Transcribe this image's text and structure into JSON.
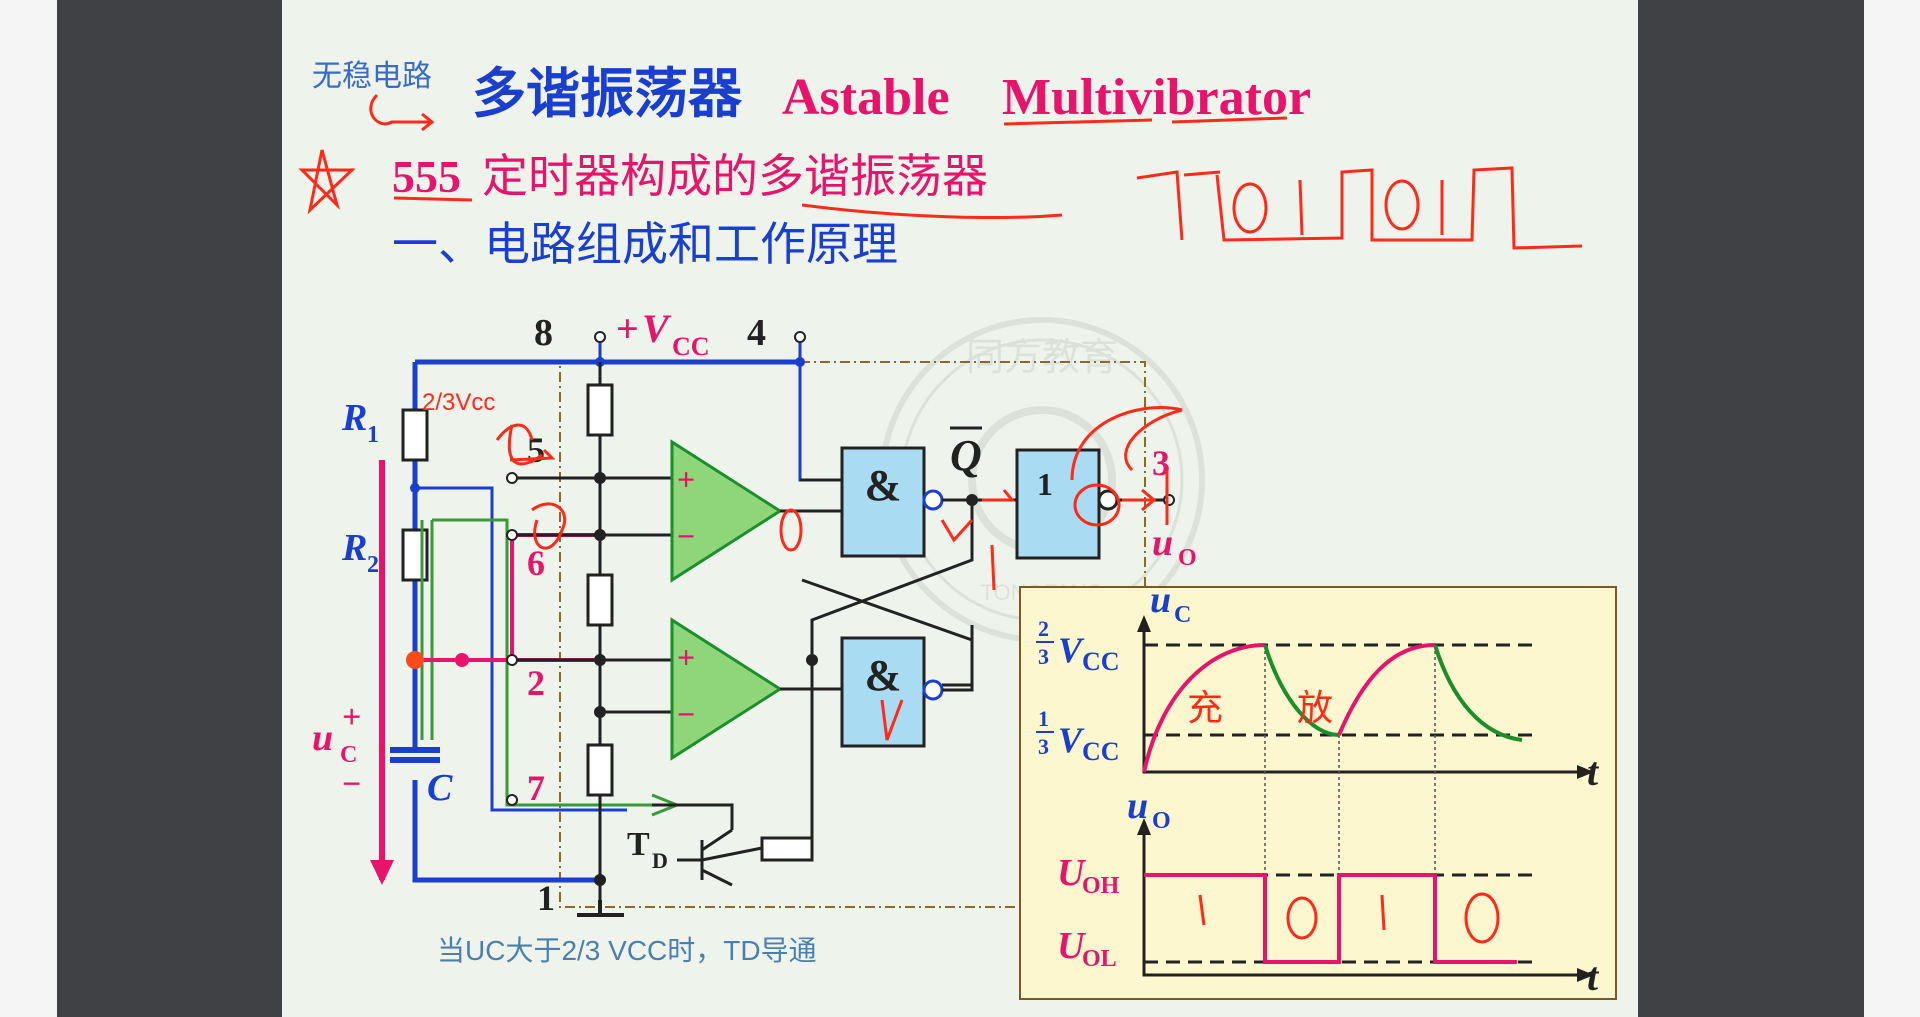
{
  "slide": {
    "annotation_top": "无稳电路",
    "title_cn": "多谐振荡器",
    "title_en_1": "Astable",
    "title_en_2": "Multivibrator",
    "subtitle_num": "555",
    "subtitle_cn": "定时器构成的多谐振荡器",
    "section": "一、电路组成和工作原理",
    "bottom_note": "当UC大于2/3 VCC时，TD导通",
    "watermark": "同方教育",
    "watermark_en": "TONGFANG",
    "handwriting": {
      "top_wave": "10101",
      "two_thirds": "2/3Vcc",
      "zero": "0",
      "one": "1",
      "zero_to_one": "0->1",
      "charge": "充",
      "discharge": "放",
      "uo_levels": [
        "1",
        "0",
        "1",
        "0"
      ]
    }
  },
  "circuit": {
    "pin8": "8",
    "vcc_plus": "+",
    "vcc_v": "V",
    "vcc_sub": "CC",
    "pin4": "4",
    "pin5": "5",
    "pin6": "6",
    "pin2": "2",
    "pin7": "7",
    "pin1": "1",
    "pin3": "3",
    "r1": "R",
    "r1_sub": "1",
    "r2": "R",
    "r2_sub": "2",
    "cap": "C",
    "uc": "u",
    "uc_sub": "C",
    "uc_plus": "+",
    "uc_minus": "−",
    "and_gate": "&",
    "not_gate": "1",
    "q_bar": "Q",
    "td": "T",
    "td_sub": "D",
    "uo": "u",
    "uo_sub": "O",
    "comp_plus": "+",
    "comp_minus": "−"
  },
  "waveform": {
    "uc_label": "u",
    "uc_sub": "C",
    "uo_label": "u",
    "uo_sub": "O",
    "upper_num": "2",
    "upper_den": "3",
    "upper_v": "V",
    "upper_sub": "CC",
    "lower_num": "1",
    "lower_den": "3",
    "lower_v": "V",
    "lower_sub": "CC",
    "uoh": "U",
    "uoh_sub": "OH",
    "uol": "U",
    "uol_sub": "OL",
    "t1": "t",
    "t2": "t"
  },
  "colors": {
    "frame": "#3f4145",
    "slide_bg": "#eef3ec",
    "wire_blue": "#1a3fd0",
    "magenta": "#e8146c",
    "comparator_green": "#8fd67a",
    "gate_blue": "#a9dcf3",
    "handwriting_red": "#ff2a1a",
    "discharge_green": "#1b8f2a",
    "waveform_bg": "#fdf7cf"
  }
}
